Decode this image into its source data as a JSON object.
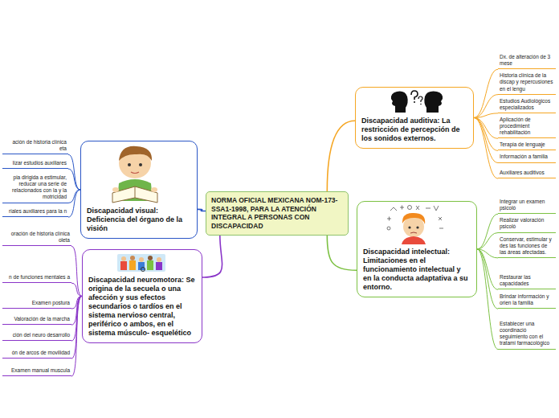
{
  "diagram": {
    "nodes": [
      {
        "text": [
          "NORMA OFICIAL MEXICANA NOM-173-SSA1-1998, PARA LA ATENCIÓN INTEGRAL A PERSONAS CON DISCAPACIDAD"
        ]
      },
      {
        "text": [
          "Discapacidad auditiva: La restricción de percepción de los sonidos externos."
        ]
      },
      {
        "text": [
          "Dx. de alteración de 3 mese"
        ]
      },
      {
        "text": [
          "Historia clínica de la discap y repercusiones en el lengu"
        ]
      },
      {
        "text": [
          "Estudios Audiológicos especializados"
        ]
      },
      {
        "text": [
          "Aplicación de procedimient rehabilitación"
        ]
      },
      {
        "text": [
          "Terapia de lenguaje"
        ]
      },
      {
        "text": [
          "Información a familia"
        ]
      },
      {
        "text": [
          "Auxiliares auditivos"
        ]
      },
      {
        "text": [
          "Discapacidad intelectual: Limitaciones en el funcionamiento intelectual y en la conducta adaptativa a su entorno."
        ]
      },
      {
        "text": [
          "Integrar un examen psicoló"
        ]
      },
      {
        "text": [
          "Realizar valoración psicoló"
        ]
      },
      {
        "text": [
          "Conservar, estimular y des las funciones de las áreas afectadas."
        ]
      },
      {
        "text": [
          "Restaurar las capacidades"
        ]
      },
      {
        "text": [
          "Brindar información y orien la familia"
        ]
      },
      {
        "text": [
          "Establecer una coordinació seguimiento con el tratami farmacológico"
        ]
      },
      {
        "text": [
          "Discapacidad visual: Deficiencia del órgano de la visión"
        ]
      },
      {
        "text": [
          "ación de historia clínica eta"
        ]
      },
      {
        "text": [
          "lizar estudios auxiliares"
        ]
      },
      {
        "text": [
          "pia dirigida a estimular, reducar una serie de relacionados con la y la motricidad"
        ]
      },
      {
        "text": [
          "riales auxiliares para la n"
        ]
      },
      {
        "text": [
          "Discapacidad neuromotora: Se origina de la secuela o una afección y sus efectos secundarios o tardíos en el sistema nervioso central, periférico o ambos, en el sistema músculo- esquelético"
        ]
      },
      {
        "text": [
          "oración de historia clínica oleta"
        ]
      },
      {
        "text": [
          "n de funciones mentales a"
        ]
      },
      {
        "text": [
          "Examen postura"
        ]
      },
      {
        "text": [
          "Valoración de la marcha"
        ]
      },
      {
        "text": [
          "ción del neuro desarrollo"
        ]
      },
      {
        "text": [
          "ón de arcos de movilidad"
        ]
      },
      {
        "text": [
          "Examen manual muscula"
        ]
      }
    ],
    "edges": [
      {
        "from": 0,
        "to": 1,
        "arrow": "none"
      },
      {
        "from": 1,
        "to": 2,
        "arrow": "none"
      },
      {
        "from": 1,
        "to": 3,
        "arrow": "none"
      },
      {
        "from": 1,
        "to": 4,
        "arrow": "none"
      },
      {
        "from": 1,
        "to": 5,
        "arrow": "none"
      },
      {
        "from": 1,
        "to": 6,
        "arrow": "none"
      },
      {
        "from": 1,
        "to": 7,
        "arrow": "none"
      },
      {
        "from": 1,
        "to": 8,
        "arrow": "none"
      },
      {
        "from": 0,
        "to": 9,
        "arrow": "none"
      },
      {
        "from": 9,
        "to": 10,
        "arrow": "none"
      },
      {
        "from": 9,
        "to": 11,
        "arrow": "none"
      },
      {
        "from": 9,
        "to": 12,
        "arrow": "none"
      },
      {
        "from": 9,
        "to": 13,
        "arrow": "none"
      },
      {
        "from": 9,
        "to": 14,
        "arrow": "none"
      },
      {
        "from": 9,
        "to": 15,
        "arrow": "none"
      },
      {
        "from": 0,
        "to": 16,
        "arrow": "none"
      },
      {
        "from": 16,
        "to": 17,
        "arrow": "none"
      },
      {
        "from": 16,
        "to": 18,
        "arrow": "none"
      },
      {
        "from": 16,
        "to": 19,
        "arrow": "none"
      },
      {
        "from": 16,
        "to": 20,
        "arrow": "none"
      },
      {
        "from": 0,
        "to": 21,
        "arrow": "none"
      },
      {
        "from": 21,
        "to": 22,
        "arrow": "none"
      },
      {
        "from": 21,
        "to": 23,
        "arrow": "none"
      },
      {
        "from": 21,
        "to": 24,
        "arrow": "none"
      },
      {
        "from": 21,
        "to": 25,
        "arrow": "none"
      },
      {
        "from": 21,
        "to": 26,
        "arrow": "none"
      },
      {
        "from": 21,
        "to": 27,
        "arrow": "none"
      },
      {
        "from": 21,
        "to": 28,
        "arrow": "none"
      }
    ]
  }
}
